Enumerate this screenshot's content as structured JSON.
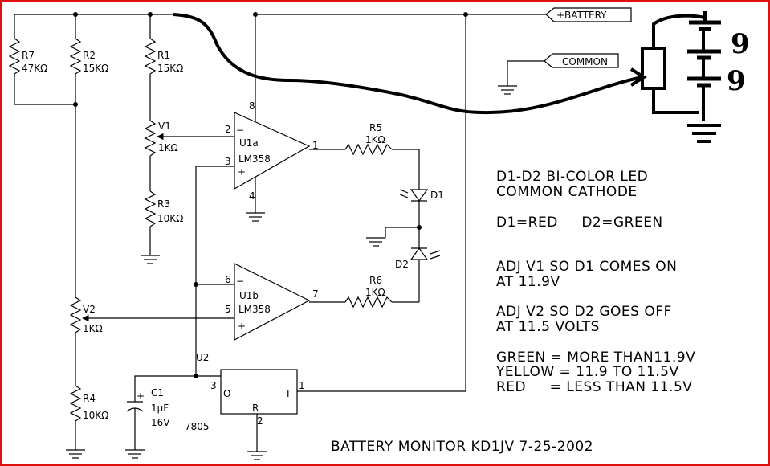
{
  "title": "BATTERY MONITOR KD1JV 7-25-2002",
  "rails": {
    "battery": "+BATTERY",
    "common": "COMMON"
  },
  "resistors": {
    "r7": {
      "name": "R7",
      "value": "47KΩ"
    },
    "r2": {
      "name": "R2",
      "value": "15KΩ"
    },
    "r1": {
      "name": "R1",
      "value": "15KΩ"
    },
    "r3": {
      "name": "R3",
      "value": "10KΩ"
    },
    "r4": {
      "name": "R4",
      "value": "10KΩ"
    },
    "r5": {
      "name": "R5",
      "value": "1KΩ"
    },
    "r6": {
      "name": "R6",
      "value": "1KΩ"
    }
  },
  "pots": {
    "v1": {
      "name": "V1",
      "value": "1KΩ"
    },
    "v2": {
      "name": "V2",
      "value": "1KΩ"
    }
  },
  "opamps": {
    "u1a": {
      "name": "U1a",
      "part": "LM358",
      "minus": "−",
      "plus": "+",
      "pin_inv": "2",
      "pin_noninv": "3",
      "pin_out": "1",
      "pin_vcc": "8",
      "pin_gnd": "4"
    },
    "u1b": {
      "name": "U1b",
      "part": "LM358",
      "minus": "−",
      "plus": "+",
      "pin_inv": "6",
      "pin_noninv": "5",
      "pin_out": "7"
    }
  },
  "leds": {
    "d1": "D1",
    "d2": "D2"
  },
  "cap": {
    "name": "C1",
    "value": "1µF",
    "voltage": "16V",
    "plus": "+"
  },
  "regulator": {
    "ref": "U2",
    "part": "7805",
    "in": "I",
    "out": "O",
    "gnd": "R",
    "pin_in": "1",
    "pin_out": "3",
    "pin_gnd": "2"
  },
  "notes": [
    "D1-D2 BI-COLOR LED",
    "COMMON CATHODE",
    "D1=RED     D2=GREEN",
    "ADJ V1 SO D1 COMES ON",
    "AT 11.9V",
    "ADJ V2 SO D2 GOES OFF",
    "AT 11.5 VOLTS",
    "GREEN = MORE THAN11.9V",
    "YELLOW = 11.9 TO 11.5V",
    "RED     = LESS THAN 11.5V"
  ],
  "handwritten": {
    "cell1": "9",
    "cell2": "9"
  }
}
